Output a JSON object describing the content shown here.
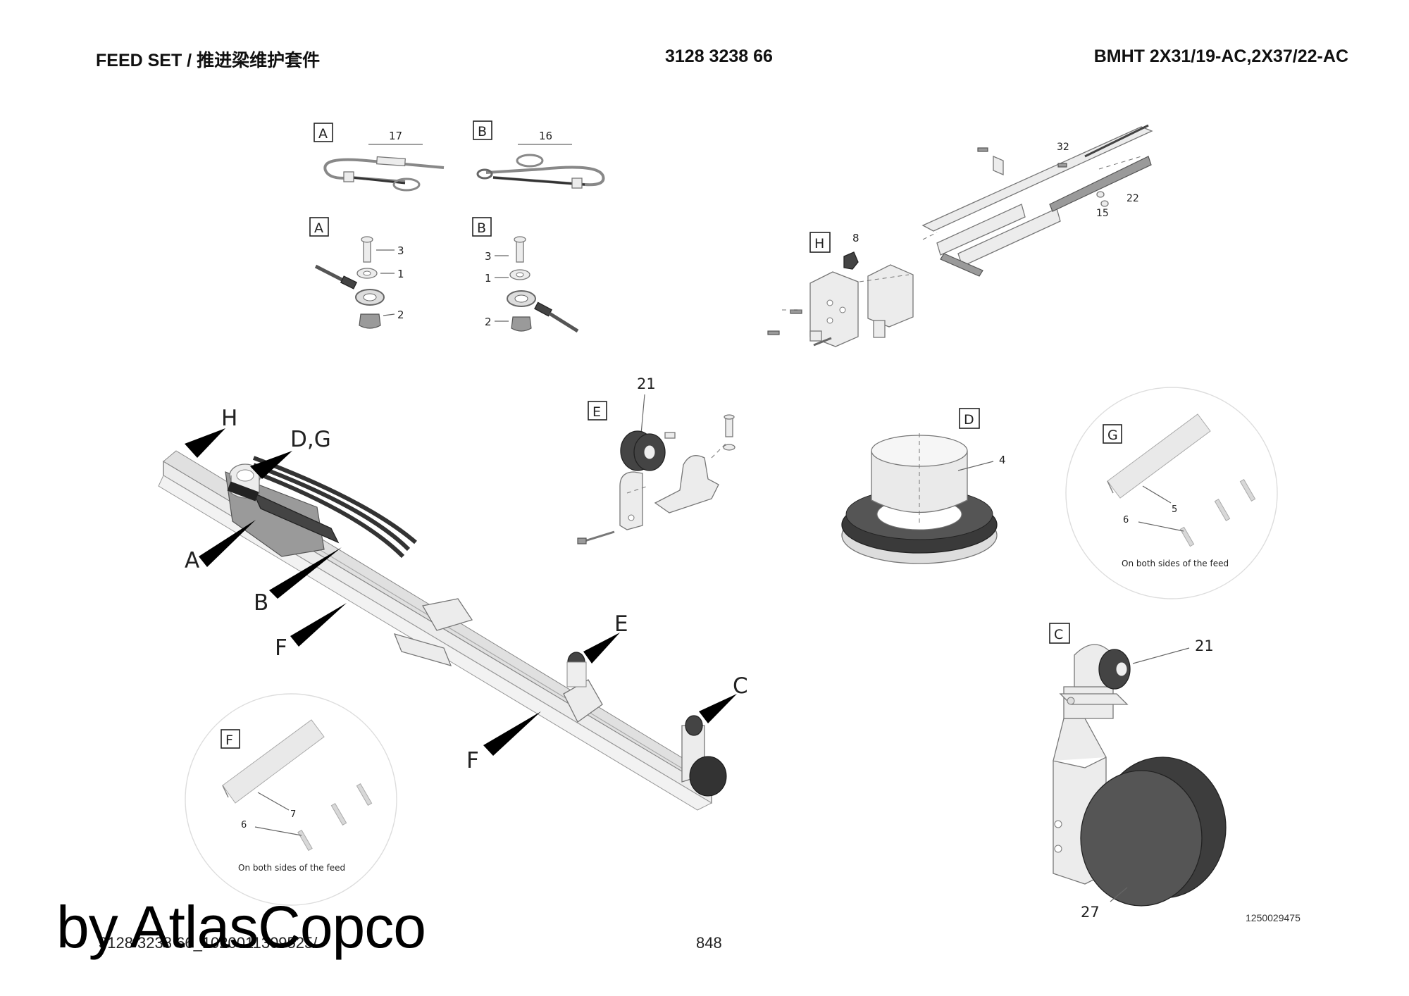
{
  "header": {
    "left": "FEED SET / 推进梁维护套件",
    "center": "3128 3238 66",
    "right": "BMHT 2X31/19-AC,2X37/22-AC"
  },
  "callouts": {
    "box_A1": "A",
    "box_B1": "B",
    "box_A2": "A",
    "box_B2": "B",
    "n17": "17",
    "n16": "16",
    "a_n3": "3",
    "a_n1": "1",
    "a_n2": "2",
    "b_n3": "3",
    "b_n1": "1",
    "b_n2": "2",
    "box_H": "H",
    "h_n8": "8",
    "h_n32": "32",
    "h_n22": "22",
    "h_n15": "15",
    "box_E": "E",
    "e_n21": "21",
    "box_D": "D",
    "d_n4": "4",
    "box_G": "G",
    "g_n5": "5",
    "g_n6": "6",
    "g_note": "On both sides of the feed",
    "box_F": "F",
    "f_n7": "7",
    "f_n6": "6",
    "f_note": "On both sides of the feed",
    "box_C": "C",
    "c_n21": "21",
    "c_n27": "27",
    "arr_H": "H",
    "arr_DG": "D,G",
    "arr_A": "A",
    "arr_B": "B",
    "arr_F1": "F",
    "arr_E": "E",
    "arr_C": "C",
    "arr_F2": "F"
  },
  "footer": {
    "code": "3128 3238 66_1020011309525/",
    "page": "848",
    "image_number": "1250029475"
  },
  "watermark": "by AtlasCopco"
}
